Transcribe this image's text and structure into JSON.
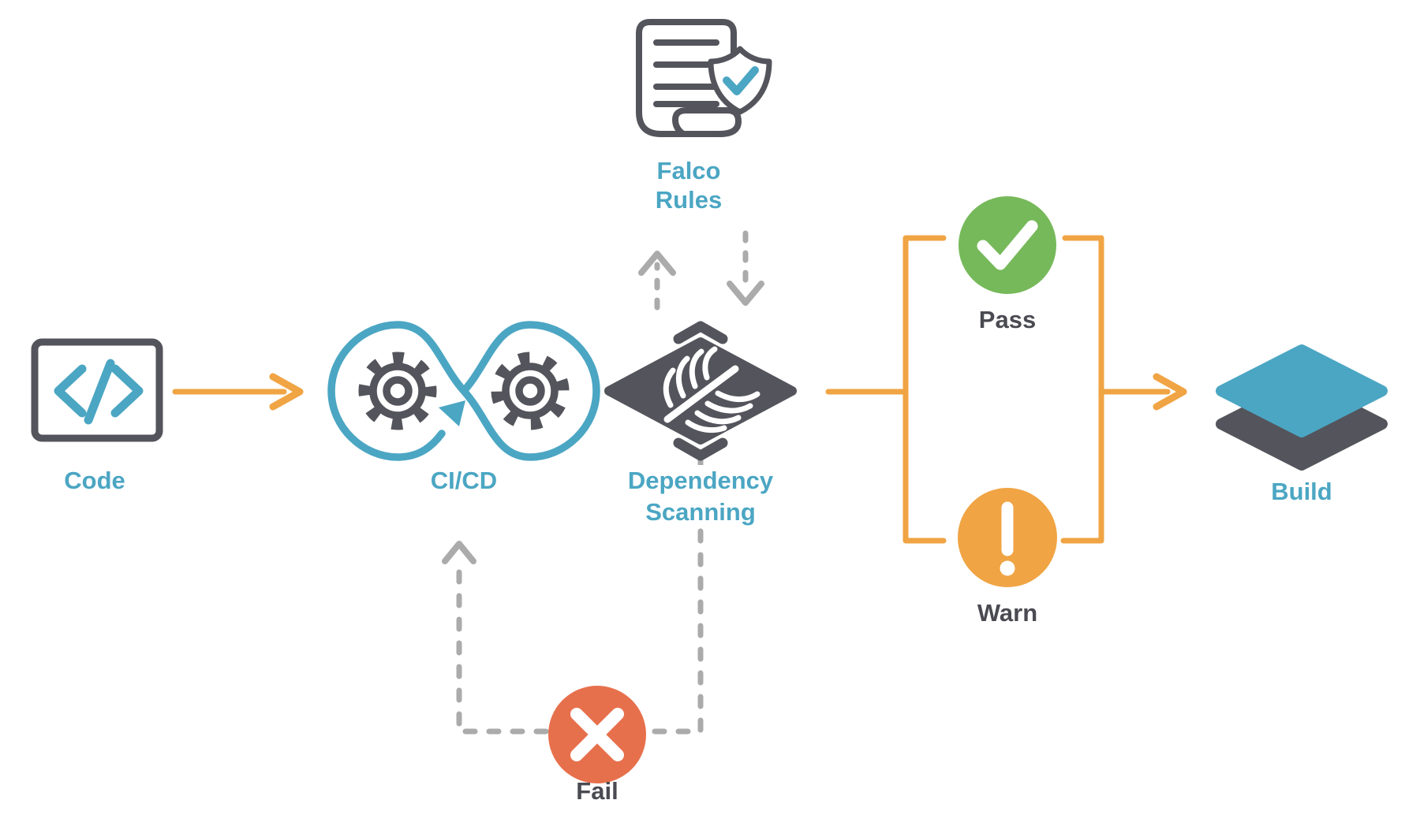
{
  "diagram": {
    "type": "flow-diagram",
    "topic": "CI/CD pipeline with Falco rules dependency scanning",
    "colors": {
      "teal": "#4BA6C3",
      "dark_gray": "#54545C",
      "orange": "#F0A444",
      "green": "#76B95A",
      "fail_red": "#E7704C",
      "dash_gray": "#ABABAB",
      "label_gray": "#4A4A52"
    },
    "nodes": {
      "code": {
        "label": "Code",
        "icon": "code-brackets-icon"
      },
      "cicd": {
        "label": "CI/CD",
        "icon": "infinity-gears-icon"
      },
      "falco_rules": {
        "line1": "Falco",
        "line2": "Rules",
        "icon": "document-shield-check-icon"
      },
      "dependency_scanning": {
        "line1": "Dependency",
        "line2": "Scanning",
        "icon": "falco-feather-diamond-icon"
      },
      "pass": {
        "label": "Pass",
        "icon": "check-circle-icon"
      },
      "warn": {
        "label": "Warn",
        "icon": "exclamation-circle-icon"
      },
      "fail": {
        "label": "Fail",
        "icon": "x-circle-icon"
      },
      "build": {
        "label": "Build",
        "icon": "stacked-layers-icon"
      }
    },
    "edges": [
      {
        "from": "Code",
        "to": "CI/CD",
        "style": "solid-orange-arrow"
      },
      {
        "from": "CI/CD",
        "to": "Dependency Scanning",
        "style": "adjacent"
      },
      {
        "from": "Dependency Scanning",
        "to": "Falco Rules",
        "style": "dashed-gray-arrow-up"
      },
      {
        "from": "Falco Rules",
        "to": "Dependency Scanning",
        "style": "dashed-gray-arrow-down"
      },
      {
        "from": "Dependency Scanning",
        "to": "Pass / Warn branch",
        "style": "solid-orange-line"
      },
      {
        "from": "Pass / Warn branch",
        "to": "Build",
        "style": "solid-orange-arrow"
      },
      {
        "from": "Dependency Scanning",
        "to": "Fail",
        "style": "dashed-gray-line"
      },
      {
        "from": "Fail",
        "to": "CI/CD",
        "style": "dashed-gray-arrow-up"
      }
    ]
  }
}
